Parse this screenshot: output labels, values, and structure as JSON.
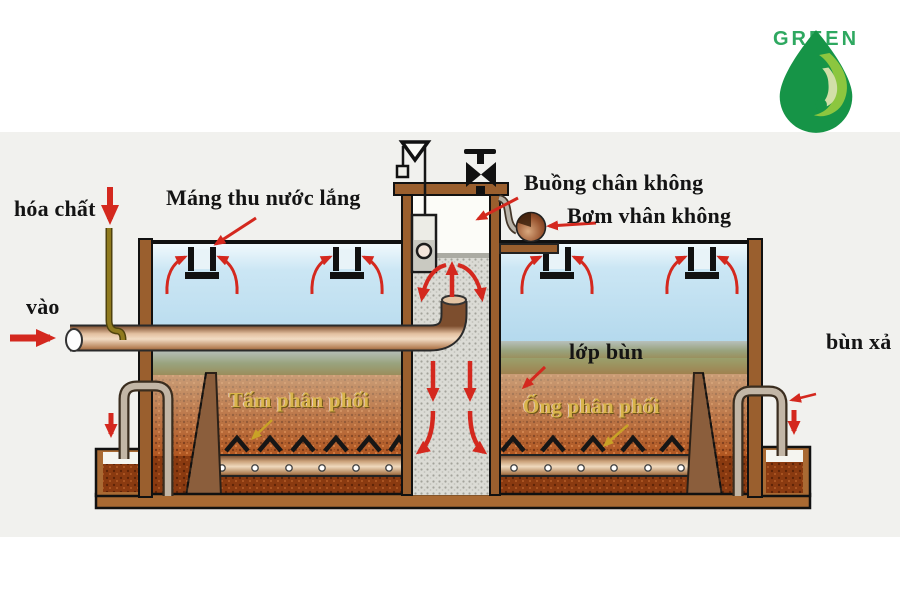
{
  "header": {
    "logo_text": "GREEN"
  },
  "diagram": {
    "labels": {
      "chemical": "hóa chất",
      "collection_trough": "Máng thu nước lắng",
      "vacuum_chamber": "Buồng chân không",
      "vacuum_pump": "Bơm vhân không",
      "inlet": "vào",
      "sludge_layer": "lớp bùn",
      "sludge_discharge": "bùn xả",
      "distribution_plate": "Tấm phân phối",
      "distribution_pipe": "Ống phân phối"
    },
    "colors": {
      "arrow_red": "#D4281E",
      "label_gold": "#D9B44A",
      "water_blue": "#BADDEF",
      "structure_brown": "#9A5F2E",
      "sludge_rust": "#B0541E",
      "vacuum_speckle_gray": "#DBDBD5",
      "background_gray": "#F1F1EE",
      "logo_green": "#169447",
      "logo_light_green": "#8CC63F",
      "logo_pale_green": "#D2DFA8"
    },
    "icons": [
      "green-drop-logo-icon",
      "valve-icon",
      "funnel-icon",
      "vacuum-pump-icon"
    ]
  }
}
